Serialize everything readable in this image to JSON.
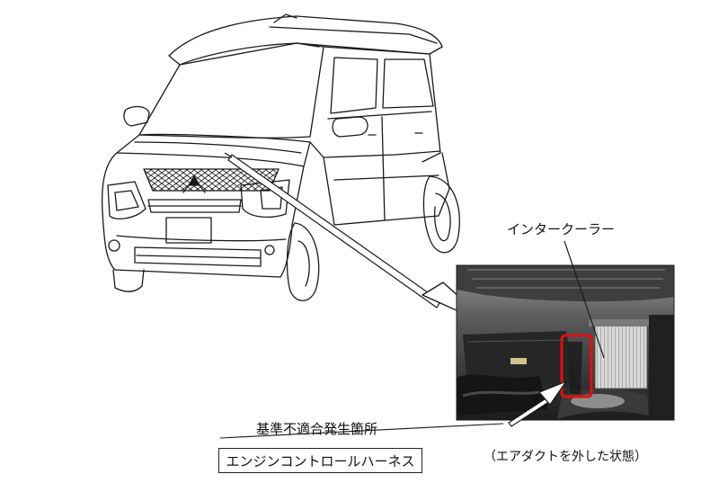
{
  "labels": {
    "intercooler": "インタークーラー",
    "defect_location": "基準不適合発生箇所",
    "harness": "エンジンコントロールハーネス",
    "photo_caption": "（エアダクトを外した状態）"
  },
  "colors": {
    "line_art": "#1a1a1a",
    "highlight": "#e01010",
    "photo_dark": "#2b2b2b",
    "intercooler_fins": "#c9c9c9"
  },
  "icons": {
    "vehicle": "car-line-drawing",
    "pointer": "large-outline-arrow",
    "marker": "small-arrow"
  }
}
